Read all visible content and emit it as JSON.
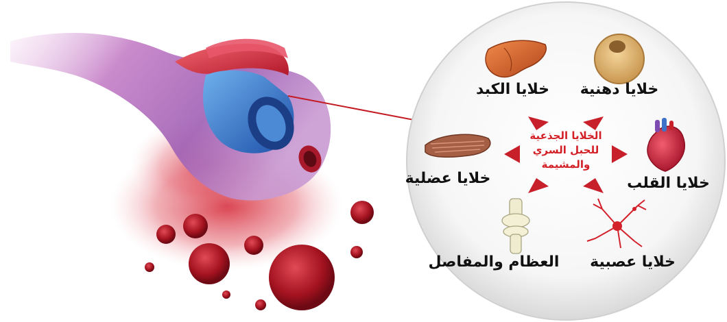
{
  "center": {
    "line1": "الخلايا الجذعية",
    "line2": "للحبل السري",
    "line3": "والمشيمة"
  },
  "cell_types": {
    "adipose": "خلايا دهنية",
    "liver": "خلايا الكبد",
    "heart": "خلايا القلب",
    "muscle": "خلايا عضلية",
    "nerve": "خلايا عصبية",
    "bone_joint": "العظام والمفاصل"
  },
  "colors": {
    "center_text": "#d31f26",
    "arrow": "#c8202a",
    "connector": "#c41a22",
    "cord_outer": "#c58fc8",
    "cord_vein": "#2a6cc4",
    "cord_artery": "#d93a45",
    "blood": "#c41d2a"
  },
  "icons": [
    "umbilical-cord-illustration",
    "fat-cell-icon",
    "liver-icon",
    "heart-icon",
    "muscle-tissue-icon",
    "nerve-cell-icon",
    "knee-joint-icon"
  ]
}
